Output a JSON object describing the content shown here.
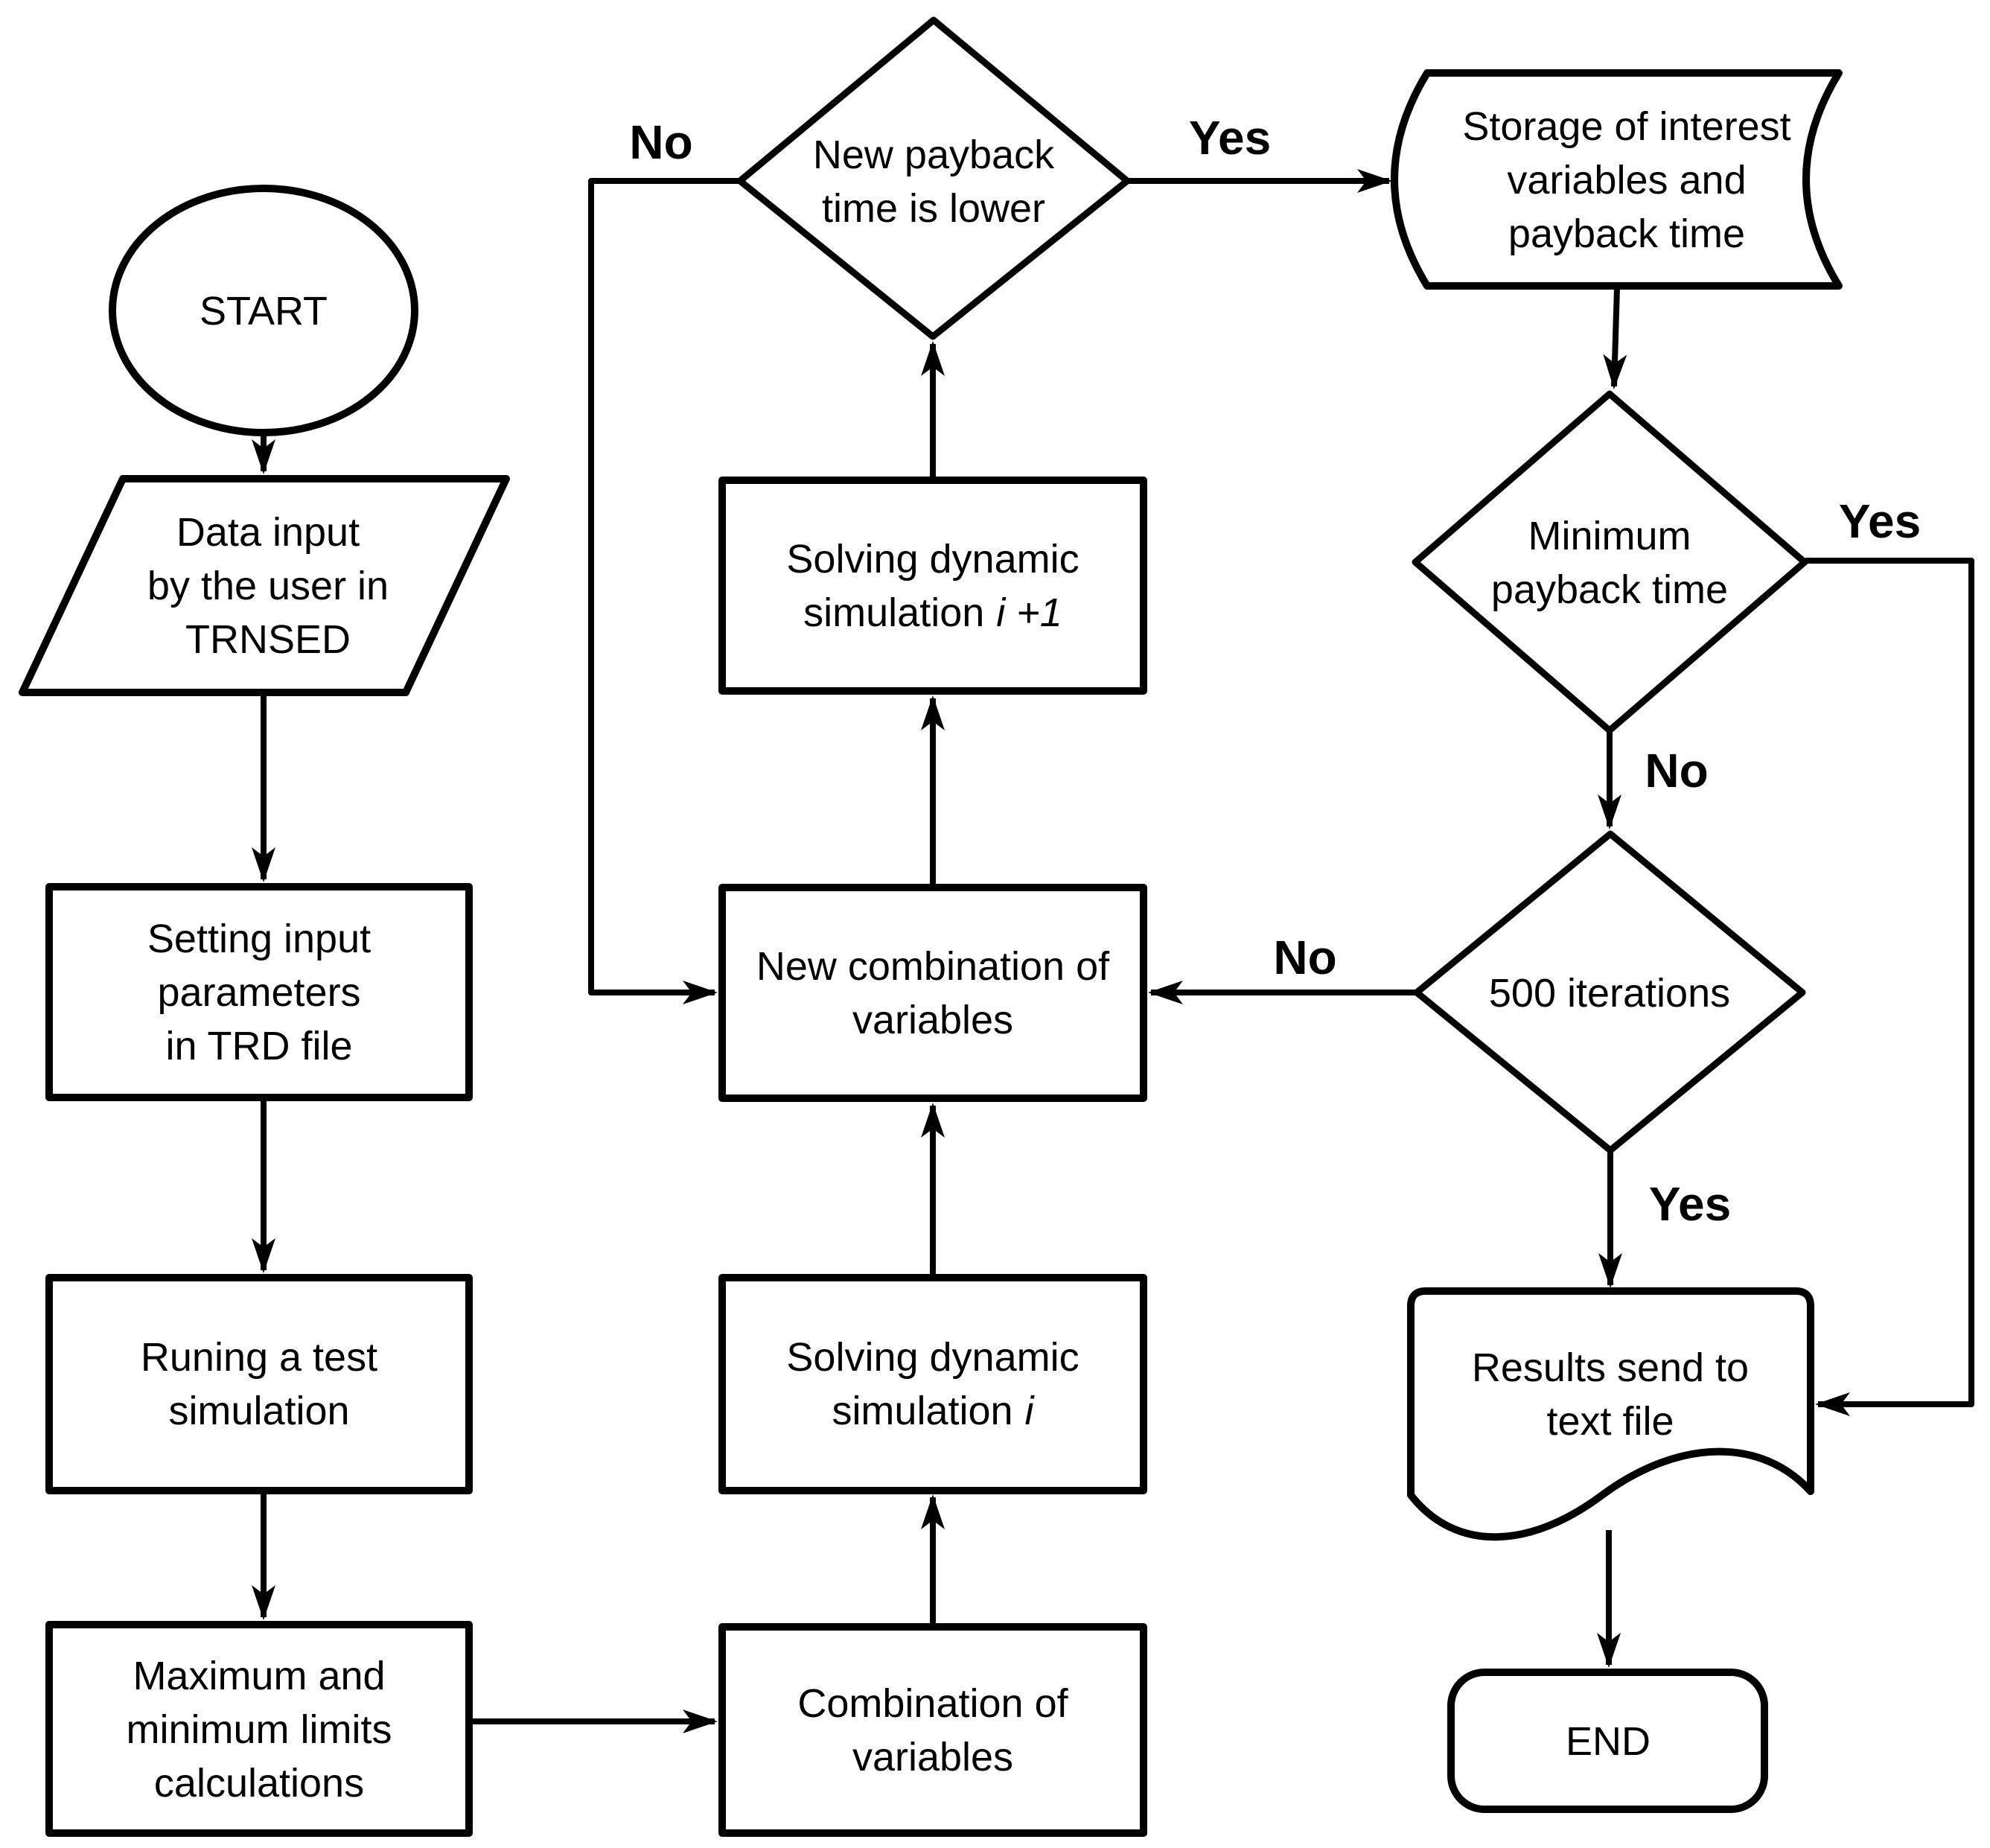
{
  "diagram": {
    "type": "flowchart",
    "background_color": "#ffffff",
    "stroke_color": "#000000",
    "fill_color": "#ffffff",
    "text_color": "#000000",
    "nodes": {
      "start": {
        "shape": "ellipse",
        "label": "START"
      },
      "data_input": {
        "shape": "parallelogram",
        "lines": [
          "Data input",
          "by the user in",
          "TRNSED"
        ]
      },
      "setting_input": {
        "shape": "rectangle",
        "lines": [
          "Setting input",
          "parameters",
          "in TRD file"
        ]
      },
      "running_test": {
        "shape": "rectangle",
        "lines": [
          "Runing a test",
          "simulation"
        ]
      },
      "max_min_limits": {
        "shape": "rectangle",
        "lines": [
          "Maximum and",
          "minimum limits",
          "calculations"
        ]
      },
      "combination": {
        "shape": "rectangle",
        "lines": [
          "Combination of",
          "variables"
        ]
      },
      "solving_i": {
        "shape": "rectangle",
        "line1": "Solving dynamic",
        "line2_normal": "simulation",
        "line2_italic": "i"
      },
      "new_combination": {
        "shape": "rectangle",
        "lines": [
          "New combination of",
          "variables"
        ]
      },
      "solving_i_plus_1": {
        "shape": "rectangle",
        "line1": "Solving dynamic",
        "line2_normal": "simulation",
        "line2_italic": "i +1"
      },
      "new_payback": {
        "shape": "diamond",
        "lines": [
          "New payback",
          "time is lower"
        ]
      },
      "storage": {
        "shape": "stored-data",
        "lines": [
          "Storage of interest",
          "variables and",
          "payback time"
        ]
      },
      "minimum_payback": {
        "shape": "diamond",
        "lines": [
          "Minimum",
          "payback time"
        ]
      },
      "iterations_500": {
        "shape": "diamond",
        "label": "500 iterations"
      },
      "results": {
        "shape": "document",
        "lines": [
          "Results send to",
          "text file"
        ]
      },
      "end": {
        "shape": "rounded-rectangle",
        "label": "END"
      }
    },
    "edge_labels": {
      "payback_no": "No",
      "payback_yes": "Yes",
      "minimum_no": "No",
      "minimum_yes": "Yes",
      "iterations_no": "No",
      "iterations_yes": "Yes"
    }
  }
}
